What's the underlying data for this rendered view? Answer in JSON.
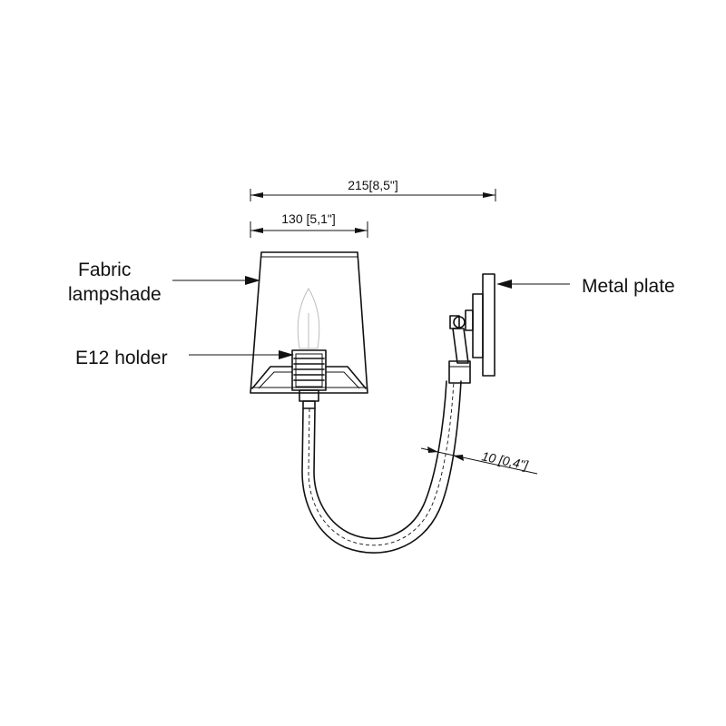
{
  "labels": {
    "fabric_line1": "Fabric",
    "fabric_line2": "lampshade",
    "holder": "E12 holder",
    "plate": "Metal plate"
  },
  "dimensions": {
    "overall_width": "215[8,5\"]",
    "shade_width": "130 [5,1\"]",
    "arm_diameter": "10 [0,4\"]"
  }
}
